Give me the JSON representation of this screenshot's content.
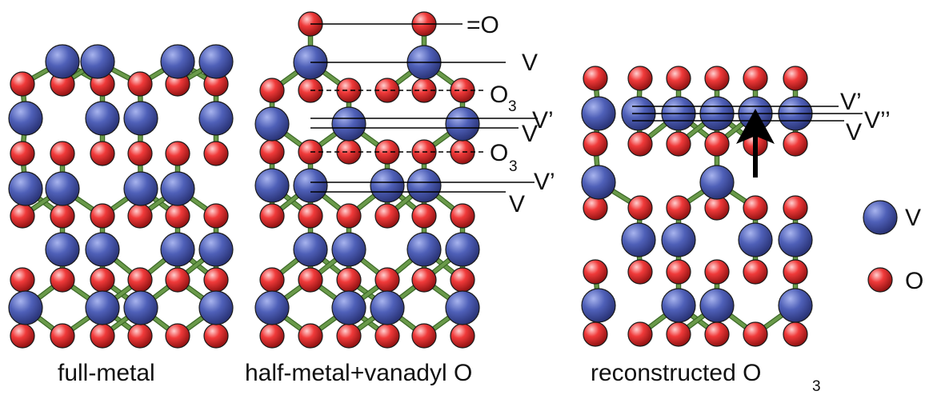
{
  "panels": [
    {
      "id": "full-metal",
      "caption": "full-metal"
    },
    {
      "id": "half-metal",
      "caption": "half-metal+vanadyl O",
      "layer_labels": [
        "=O",
        "V",
        "O",
        "V’",
        "V",
        "O",
        "V’",
        "V"
      ],
      "o3_subscript": "3"
    },
    {
      "id": "reconstructed",
      "caption_main": "reconstructed O",
      "caption_sub": "3",
      "layer_labels": [
        "V’",
        "V’’",
        "V"
      ]
    }
  ],
  "legend": [
    {
      "label": "V",
      "species": "vanadium",
      "color": "#3d4fa3"
    },
    {
      "label": "O",
      "species": "oxygen",
      "color": "#e02a2a"
    }
  ],
  "colors": {
    "bond": "#6a9a4a",
    "bond_dark": "#3d6a28",
    "arrow": "#000000"
  },
  "arrow": {
    "direction": "up",
    "icon": "arrow-up-icon"
  }
}
